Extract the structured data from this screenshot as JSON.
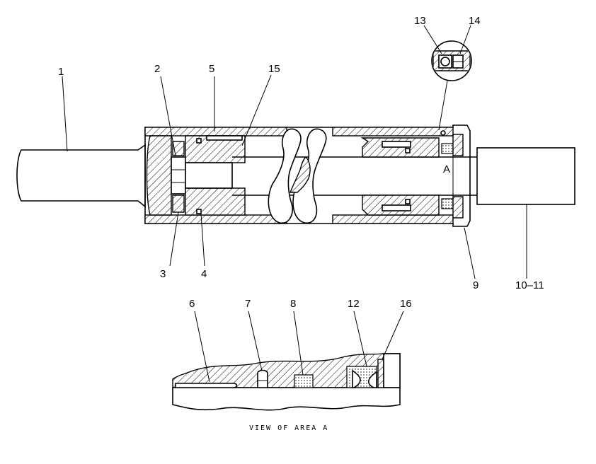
{
  "labels": {
    "l1": "1",
    "l2": "2",
    "l3": "3",
    "l4": "4",
    "l5": "5",
    "l6": "6",
    "l7": "7",
    "l8": "8",
    "l9": "9",
    "l10_11": "10–11",
    "l12": "12",
    "l13": "13",
    "l14": "14",
    "l15": "15",
    "l16": "16",
    "areaA": "A"
  },
  "caption": "VIEW OF AREA A"
}
